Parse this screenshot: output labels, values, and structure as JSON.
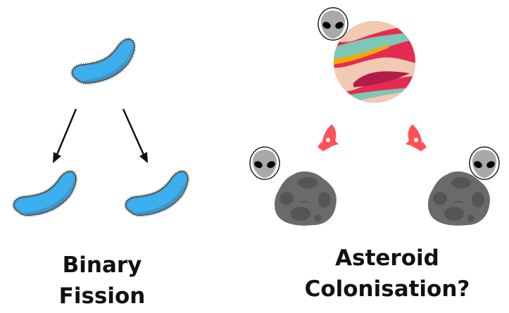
{
  "left_panel": {
    "title_line1": "Binary",
    "title_line2": "Fission",
    "parent_cell": "bacterium",
    "daughter_cells": [
      "bacterium",
      "bacterium"
    ]
  },
  "right_panel": {
    "title_line1": "Asteroid",
    "title_line2": "Colonisation?",
    "parent_body": "planet-with-alien",
    "children": [
      "asteroid-with-alien",
      "asteroid-with-alien"
    ]
  },
  "colors": {
    "bacterium_fill": "#3cb0ee",
    "bacterium_shade": "#3a8fc8",
    "planet_red": "#e62b50",
    "planet_peach": "#f2c9b2",
    "planet_teal": "#7cc7b6",
    "planet_dark": "#b01d48",
    "planet_gold": "#f2a900",
    "rocket_red": "#ff5157",
    "alien_gray": "#a9a9a9",
    "asteroid_gray": "#6a6a6a",
    "asteroid_dark": "#555555"
  }
}
